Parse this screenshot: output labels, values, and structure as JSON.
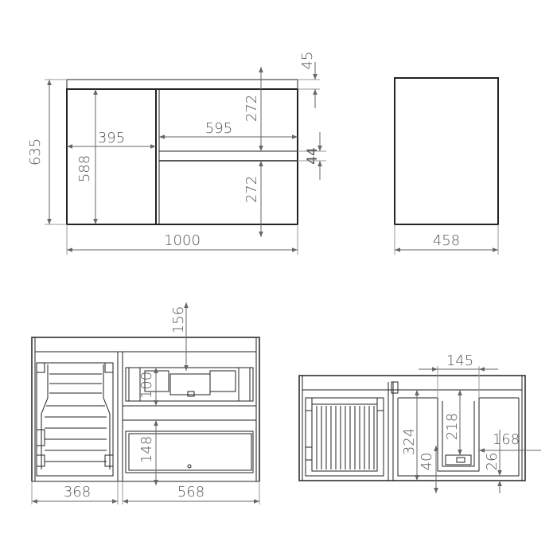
{
  "front_view": {
    "dim_total_height": "635",
    "dim_top_thickness": "45",
    "dim_upper_drawer": "272",
    "dim_lower_drawer": "272",
    "dim_gap": "44",
    "dim_door_height": "588",
    "dim_door_width": "395",
    "dim_drawer_width": "595",
    "dim_total_width": "1000"
  },
  "side_view": {
    "dim_depth": "458"
  },
  "plan_view_left": {
    "dim_top_clearance": "156",
    "dim_upper_drawer_depth": "100",
    "dim_lower_drawer_depth": "148",
    "dim_left_width": "368",
    "dim_right_width": "568"
  },
  "plan_view_right": {
    "dim_cutout_width": "145",
    "dim_inner_height": "324",
    "dim_cutout_depth": "218",
    "dim_inner_offset": "40",
    "dim_side_width": "168",
    "dim_bottom": "26"
  }
}
